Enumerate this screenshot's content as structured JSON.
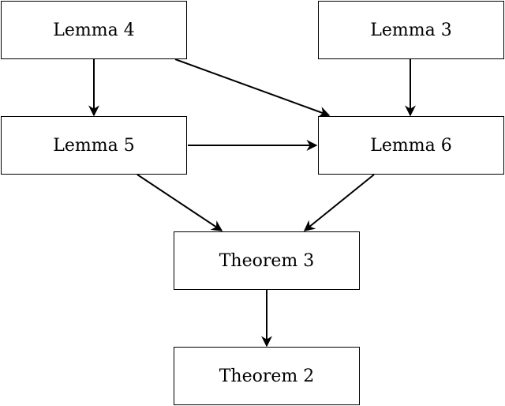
{
  "nodes": {
    "lemma4": "Lemma 4",
    "lemma3": "Lemma 3",
    "lemma5": "Lemma 5",
    "lemma6": "Lemma 6",
    "theorem3": "Theorem 3",
    "theorem2": "Theorem 2"
  },
  "edges": [
    {
      "from": "lemma4",
      "to": "lemma5"
    },
    {
      "from": "lemma4",
      "to": "lemma6"
    },
    {
      "from": "lemma3",
      "to": "lemma6"
    },
    {
      "from": "lemma5",
      "to": "lemma6"
    },
    {
      "from": "lemma5",
      "to": "theorem3"
    },
    {
      "from": "lemma6",
      "to": "theorem3"
    },
    {
      "from": "theorem3",
      "to": "theorem2"
    }
  ],
  "colors": {
    "stroke": "#000000",
    "background": "#ffffff"
  }
}
